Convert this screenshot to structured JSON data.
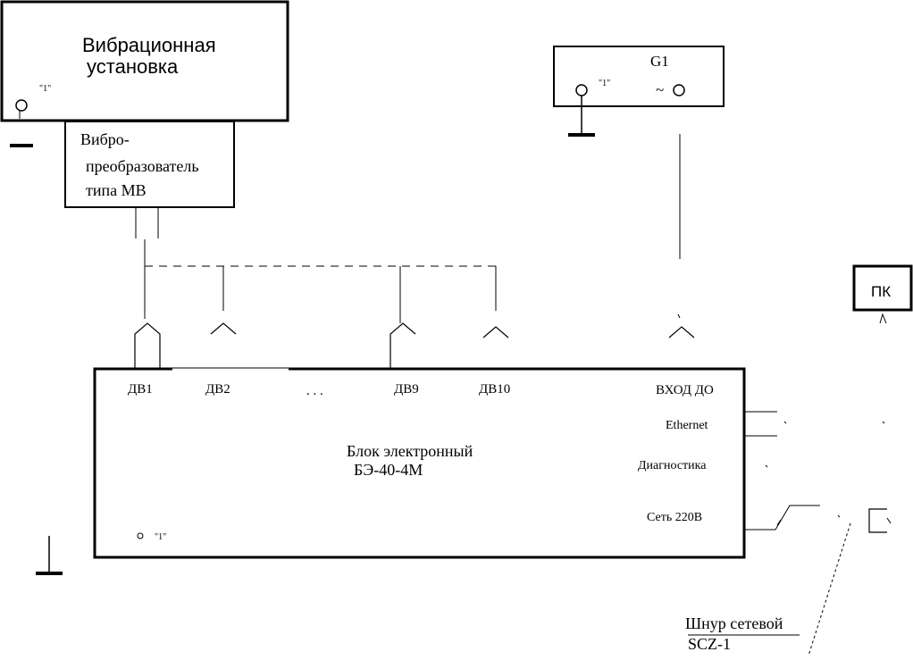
{
  "vibration_unit": {
    "line1": "Вибрационная",
    "line2": "установка",
    "ground_mark": "\"1\""
  },
  "sensor": {
    "line1": "Вибро-",
    "line2": "преобразователь",
    "line3": "типа МВ"
  },
  "generator": {
    "title": "G1",
    "ground_mark": "\"1\"",
    "ac_symbol": "~"
  },
  "pc": {
    "label": "ПК"
  },
  "electronic_unit": {
    "title_line1": "Блок электронный",
    "title_line2": "БЭ-40-4М",
    "ground_mark": "\"1\"",
    "inputs": {
      "dv1": "ДВ1",
      "dv2": "ДВ2",
      "ellipsis": ". . .",
      "dv9": "ДВ9",
      "dv10": "ДВ10"
    },
    "input_do": "ВХОД ДО",
    "ports": {
      "ethernet": "Ethernet",
      "diagnostics": "Диагностика",
      "mains": "Сеть 220В"
    }
  },
  "cord": {
    "line1": "Шнур сетевой",
    "line2": "SCZ-1"
  }
}
